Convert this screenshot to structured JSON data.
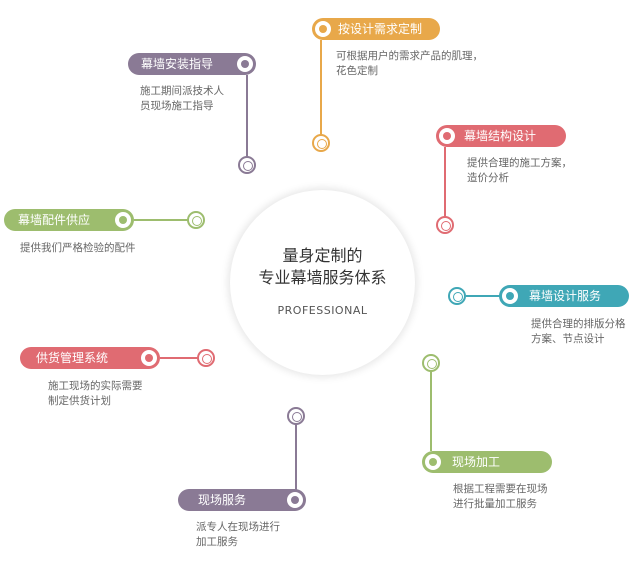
{
  "center": {
    "title_line1": "量身定制的",
    "title_line2": "专业幕墙服务体系",
    "subtitle": "PROFESSIONAL"
  },
  "colors": {
    "orange": "#E8A84A",
    "purple": "#8A7A95",
    "red": "#E06B72",
    "green": "#9DBD6E",
    "teal": "#3FA7B6"
  },
  "items": [
    {
      "key": "design",
      "title": "按设计需求定制",
      "desc_lines": [
        "可根据用户的需求产品的肌理，",
        "花色定制"
      ],
      "color": "orange"
    },
    {
      "key": "guide",
      "title": "幕墙安装指导",
      "desc_lines": [
        "施工期间派技术人",
        "员现场施工指导"
      ],
      "color": "purple"
    },
    {
      "key": "structure",
      "title": "幕墙结构设计",
      "desc_lines": [
        "提供合理的施工方案，",
        "造价分析"
      ],
      "color": "red"
    },
    {
      "key": "parts",
      "title": "幕墙配件供应",
      "desc_lines": [
        "提供我们严格检验的配件"
      ],
      "color": "green"
    },
    {
      "key": "layout",
      "title": "幕墙设计服务",
      "desc_lines": [
        "提供合理的排版分格",
        "方案、节点设计"
      ],
      "color": "teal"
    },
    {
      "key": "supply",
      "title": "供货管理系统",
      "desc_lines": [
        "施工现场的实际需要",
        "制定供货计划"
      ],
      "color": "red"
    },
    {
      "key": "process",
      "title": "现场加工",
      "desc_lines": [
        "根据工程需要在现场",
        "进行批量加工服务"
      ],
      "color": "green"
    },
    {
      "key": "onsite",
      "title": "现场服务",
      "desc_lines": [
        "派专人在现场进行",
        "加工服务"
      ],
      "color": "purple"
    }
  ]
}
